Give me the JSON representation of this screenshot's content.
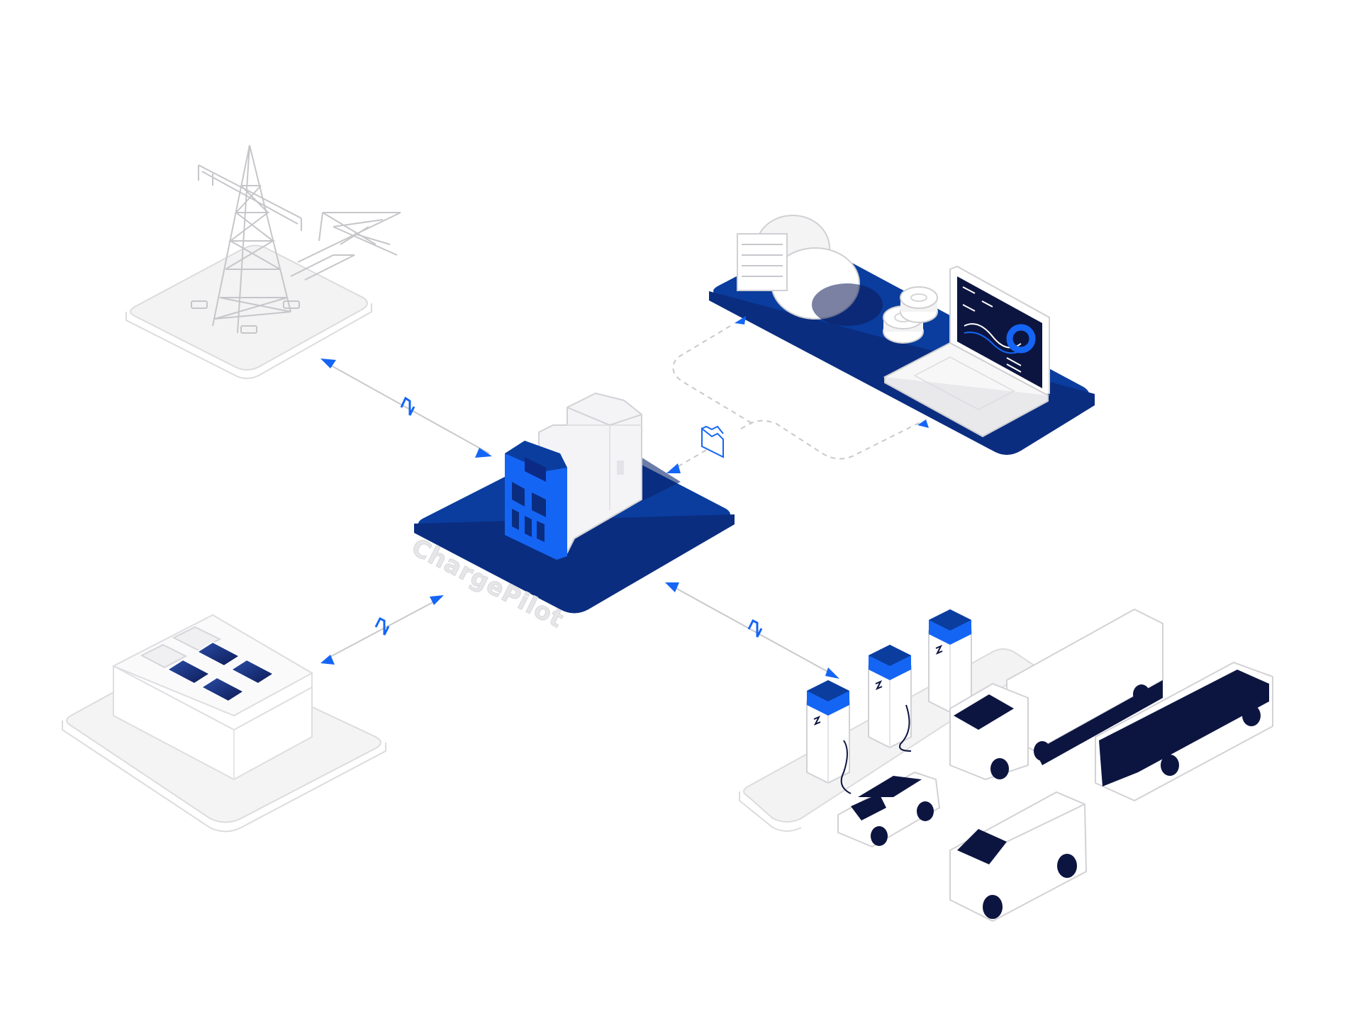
{
  "brand": {
    "label": "ChargePilot"
  },
  "colors": {
    "primary_blue": "#0a3d9e",
    "bright_blue": "#1565f5",
    "navy": "#0c1540",
    "platform_light": "#f1f1f3",
    "line_grey": "#c9c9cc",
    "white": "#ffffff"
  },
  "nodes": [
    {
      "id": "power-grid",
      "icon": "transmission-tower-icon"
    },
    {
      "id": "building-solar",
      "icon": "solar-roof-building-icon"
    },
    {
      "id": "chargepilot-controller",
      "icon": "charge-controller-icon"
    },
    {
      "id": "cloud-platform",
      "icon": "cloud-server-laptop-icon"
    },
    {
      "id": "charging-fleet",
      "icon": "charging-stations-vehicles-icon"
    }
  ],
  "links": [
    {
      "from": "power-grid",
      "to": "chargepilot-controller",
      "kind": "energy",
      "icon": "lightning-icon",
      "direction": "bidirectional"
    },
    {
      "from": "building-solar",
      "to": "chargepilot-controller",
      "kind": "energy",
      "icon": "lightning-icon",
      "direction": "bidirectional"
    },
    {
      "from": "chargepilot-controller",
      "to": "charging-fleet",
      "kind": "energy",
      "icon": "lightning-icon",
      "direction": "bidirectional"
    },
    {
      "from": "chargepilot-controller",
      "to": "cloud-platform",
      "kind": "data",
      "icon": "folder-icon",
      "direction": "bidirectional"
    }
  ]
}
